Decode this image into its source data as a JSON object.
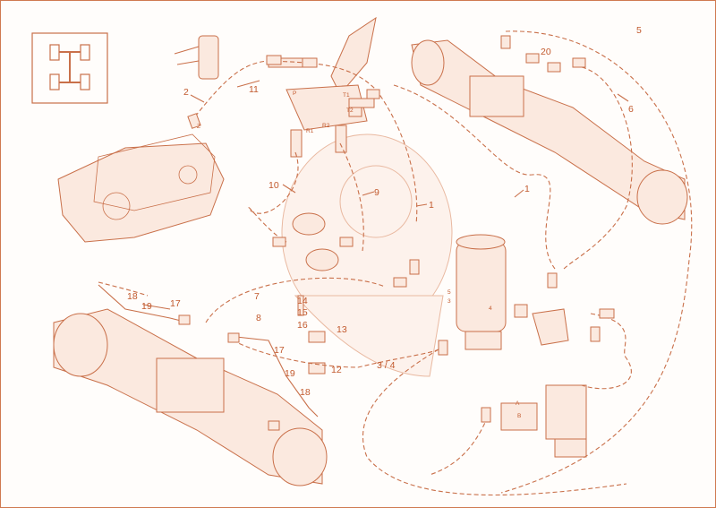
{
  "drive_icon": "axle-drive-icon",
  "accent_color": "#c9704a",
  "callouts": [
    {
      "id": "c-2",
      "text": "2"
    },
    {
      "id": "c-11",
      "text": "11"
    },
    {
      "id": "c-10",
      "text": "10"
    },
    {
      "id": "c-9",
      "text": "9"
    },
    {
      "id": "c-1a",
      "text": "1"
    },
    {
      "id": "c-1b",
      "text": "1"
    },
    {
      "id": "c-5",
      "text": "5"
    },
    {
      "id": "c-6",
      "text": "6"
    },
    {
      "id": "c-20",
      "text": "20"
    },
    {
      "id": "c-7",
      "text": "7"
    },
    {
      "id": "c-8",
      "text": "8"
    },
    {
      "id": "c-18a",
      "text": "18"
    },
    {
      "id": "c-19a",
      "text": "19"
    },
    {
      "id": "c-17a",
      "text": "17"
    },
    {
      "id": "c-17b",
      "text": "17"
    },
    {
      "id": "c-19b",
      "text": "19"
    },
    {
      "id": "c-18b",
      "text": "18"
    },
    {
      "id": "c-14",
      "text": "14"
    },
    {
      "id": "c-15",
      "text": "15"
    },
    {
      "id": "c-16",
      "text": "16"
    },
    {
      "id": "c-13",
      "text": "13"
    },
    {
      "id": "c-12",
      "text": "12"
    },
    {
      "id": "c-34",
      "text": "3 / 4"
    }
  ],
  "port_labels": [
    {
      "id": "p-z",
      "text": "Z"
    },
    {
      "id": "p-p",
      "text": "P"
    },
    {
      "id": "p-t1",
      "text": "T1"
    },
    {
      "id": "p-t2",
      "text": "T2"
    },
    {
      "id": "p-r1",
      "text": "R1"
    },
    {
      "id": "p-r2",
      "text": "R2"
    },
    {
      "id": "p-a",
      "text": "A"
    },
    {
      "id": "p-b",
      "text": "B"
    },
    {
      "id": "p-tank-5",
      "text": "5"
    },
    {
      "id": "p-tank-3",
      "text": "3"
    },
    {
      "id": "p-tank-4",
      "text": "4"
    }
  ]
}
